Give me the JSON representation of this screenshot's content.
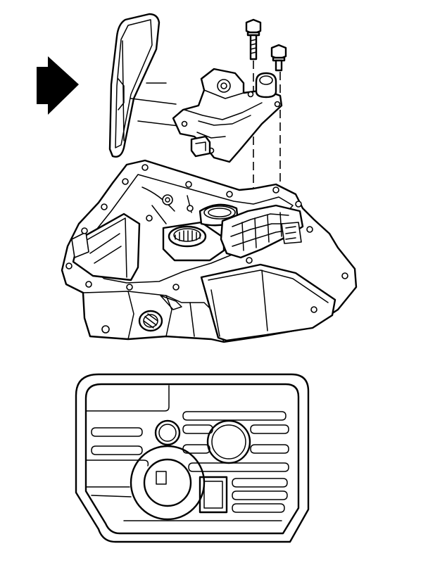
{
  "figure": {
    "kind": "exploded technical line drawing",
    "parts": [
      "direction-arrow",
      "transmission-oil-filter",
      "valve-body-bracket",
      "bolt-left",
      "bolt-right",
      "transmission-case",
      "oil-pan-gasket"
    ]
  },
  "colors": {
    "ink": "#000000",
    "paper": "#ffffff"
  }
}
